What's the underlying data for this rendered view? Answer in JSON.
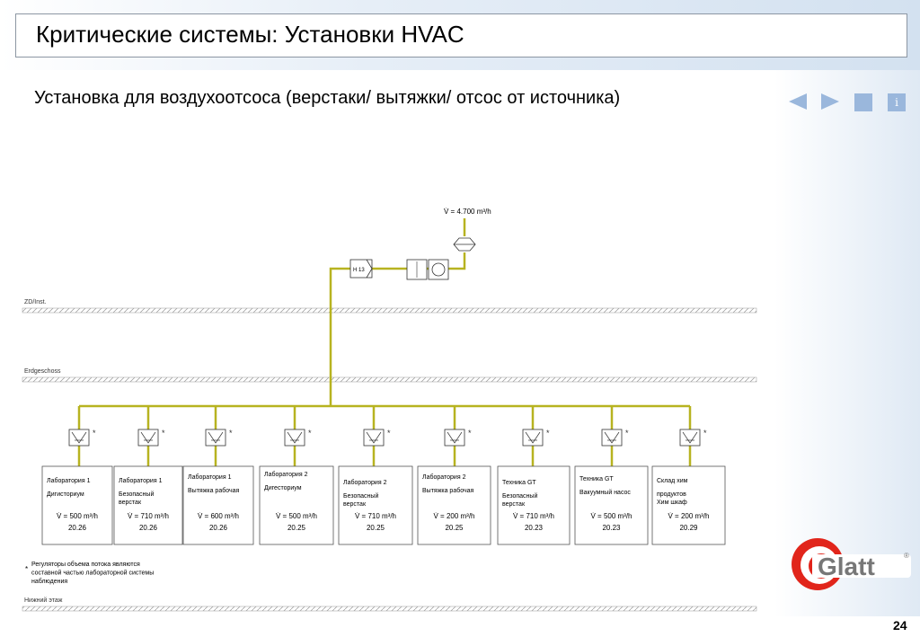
{
  "title": "Критические системы: Установки HVAC",
  "subtitle": "Установка для воздухоотсоса (верстаки/ вытяжки/ отсос от источника)",
  "page_number": "24",
  "logo_text": "Glatt",
  "logo_reg": "®",
  "colors": {
    "duct": "#b7b320",
    "nav": "#9ab7dc",
    "logo_red": "#e1251b"
  },
  "diagram": {
    "flow_top": "V̇ = 4.700 m³/h",
    "filter_label": "H 13",
    "floors": [
      "ZD/Inst.",
      "Erdgeschoss",
      "Нижний этаж"
    ],
    "asterisk": "*",
    "note_marker": "*",
    "note_lines": [
      "Регуляторы объема потока являются",
      "составной частью лабораторной системы",
      "наблюдения"
    ],
    "units": [
      {
        "lines": [
          "Лаборатория 1",
          "Дигисториум"
        ],
        "flow": "V̇ = 500 m³/h",
        "room": "20.26"
      },
      {
        "lines": [
          "Лаборатория 1",
          "Безопасный",
          "верстак"
        ],
        "flow": "V̇ = 710 m³/h",
        "room": "20.26"
      },
      {
        "lines": [
          "Лаборатория 1",
          "Вытяжка рабочая"
        ],
        "flow": "V̇ = 600 m³/h",
        "room": "20.26"
      },
      {
        "lines": [
          "Лаборатория 2",
          "Дигесториум"
        ],
        "flow": "V̇ = 500 m³/h",
        "room": "20.25"
      },
      {
        "lines": [
          "Лаборатория 2",
          "Безопасный",
          "верстак"
        ],
        "flow": "V̇ = 710 m³/h",
        "room": "20.25"
      },
      {
        "lines": [
          "Лаборатория 2",
          "Вытяжка рабочая"
        ],
        "flow": "V̇ = 200 m³/h",
        "room": "20.25"
      },
      {
        "lines": [
          "Техника GT",
          "Безопасный",
          "верстак"
        ],
        "flow": "V̇ = 710 m³/h",
        "room": "20.23"
      },
      {
        "lines": [
          "Техника GT",
          "Вакуумный насос"
        ],
        "flow": "V̇ = 500 m³/h",
        "room": "20.23"
      },
      {
        "lines": [
          "Склад хим",
          "продуктов",
          "Хим шкаф"
        ],
        "flow": "V̇ = 200 m³/h",
        "room": "20.29"
      }
    ]
  }
}
